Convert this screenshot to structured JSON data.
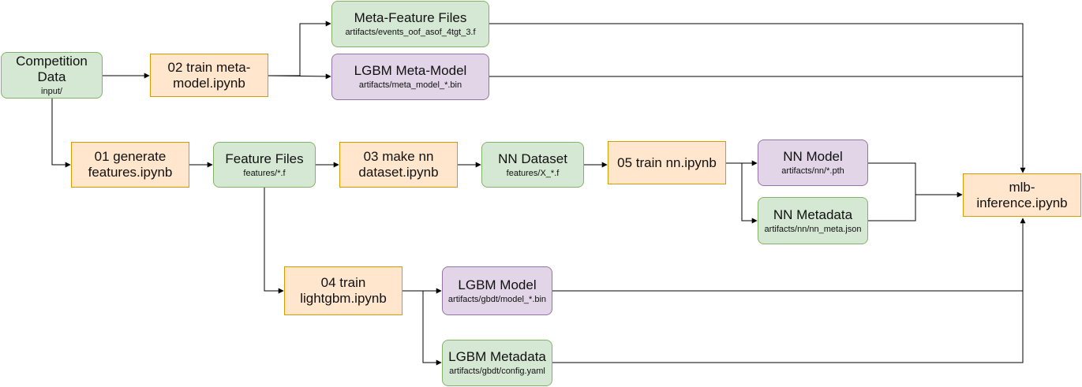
{
  "colors": {
    "data_fill": "#d5e8d4",
    "data_stroke": "#82b366",
    "notebook_fill": "#ffe6cc",
    "notebook_stroke": "#d79b00",
    "model_fill": "#e1d5e7",
    "model_stroke": "#9673a6",
    "edge": "#000000"
  },
  "nodes": {
    "competition_data": {
      "title": "Competition\nData",
      "sub": "input/"
    },
    "train_meta": {
      "title": "02 train meta-\nmodel.ipynb"
    },
    "meta_feature_files": {
      "title": "Meta-Feature Files",
      "sub": "artifacts/events_oof_asof_4tgt_3.f"
    },
    "lgbm_meta_model": {
      "title": "LGBM  Meta-Model",
      "sub": "artifacts/meta_model_*.bin"
    },
    "generate_features": {
      "title": "01 generate\nfeatures.ipynb"
    },
    "feature_files": {
      "title": "Feature Files",
      "sub": "features/*.f"
    },
    "make_nn_dataset": {
      "title": "03 make nn\ndataset.ipynb"
    },
    "nn_dataset": {
      "title": "NN Dataset",
      "sub": "features/X_*.f"
    },
    "train_nn": {
      "title": "05 train nn.ipynb"
    },
    "nn_model": {
      "title": "NN  Model",
      "sub": "artifacts/nn/*.pth"
    },
    "nn_metadata": {
      "title": "NN  Metadata",
      "sub": "artifacts/nn/nn_meta.json"
    },
    "mlb_inference": {
      "title": "mlb-\ninference.ipynb"
    },
    "train_lightgbm": {
      "title": "04 train\nlightgbm.ipynb"
    },
    "lgbm_model": {
      "title": "LGBM  Model",
      "sub": "artifacts/gbdt/model_*.bin"
    },
    "lgbm_metadata": {
      "title": "LGBM  Metadata",
      "sub": "artifacts/gbdt/config.yaml"
    }
  }
}
